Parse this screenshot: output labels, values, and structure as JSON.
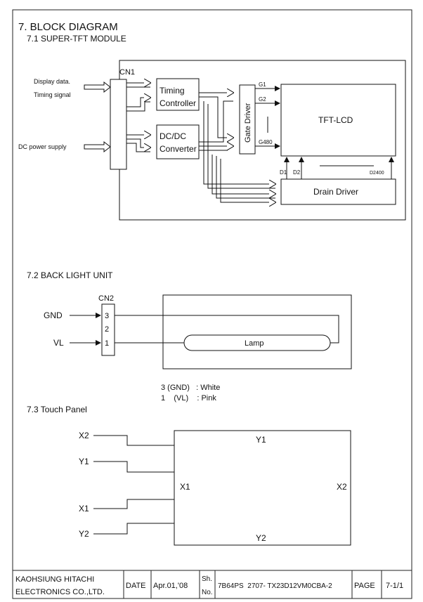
{
  "section": {
    "title": "7. BLOCK DIAGRAM",
    "sub1": "7.1 SUPER-TFT MODULE",
    "sub2": "7.2 BACK LIGHT UNIT",
    "sub3": "7.3 Touch Panel"
  },
  "tft": {
    "cn1": "CN1",
    "input_display": "Display data.",
    "input_timing": "Timing signal",
    "input_dc": "DC power supply",
    "timing_line1": "Timing",
    "timing_line2": "Controller",
    "dcdc_line1": "DC/DC",
    "dcdc_line2": "Converter",
    "gate": "Gate Driver",
    "g1": "G1",
    "g2": "G2",
    "g480": "G480",
    "lcd": "TFT-LCD",
    "d1": "D1",
    "d2": "D2",
    "d2400": "D2400",
    "drain": "Drain Driver"
  },
  "backlight": {
    "cn2": "CN2",
    "gnd": "GND",
    "vl": "VL",
    "pin3": "3",
    "pin2": "2",
    "pin1": "1",
    "lamp": "Lamp",
    "note1": "3 (GND)   : White",
    "note2": "1    (VL)    : Pink"
  },
  "touch": {
    "x2_left": "X2",
    "y1_left": "Y1",
    "x1_left": "X1",
    "y2_left": "Y2",
    "y1_top": "Y1",
    "x1_inner": "X1",
    "x2_inner": "X2",
    "y2_bottom": "Y2"
  },
  "footer": {
    "company1": "KAOHSIUNG HITACHI",
    "company2": "ELECTRONICS CO.,LTD.",
    "date_label": "DATE",
    "date_value": "Apr.01,'08",
    "sh1": "Sh.",
    "sh2": "No.",
    "doc_no": "7B64PS  2707- TX23D12VM0CBA-2",
    "page_label": "PAGE",
    "page_value": "7-1/1"
  }
}
